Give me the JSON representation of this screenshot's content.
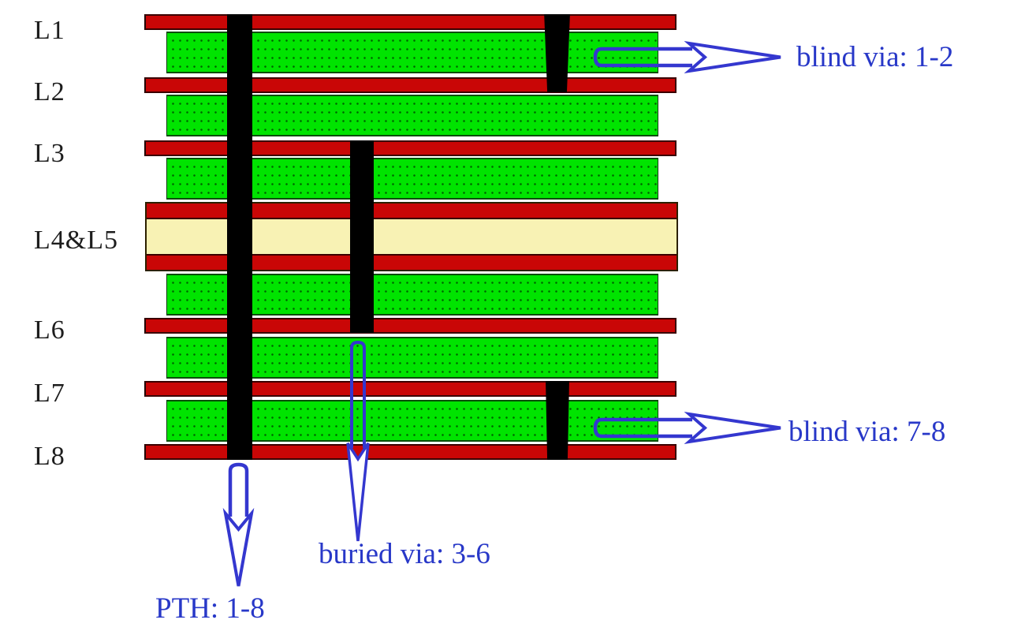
{
  "diagram": {
    "title_implicit": "8-layer PCB via stackup",
    "layer_labels": [
      "L1",
      "L2",
      "L3",
      "L4&L5",
      "L6",
      "L7",
      "L8"
    ],
    "annotations": {
      "blind_via_top": "blind via: 1-2",
      "blind_via_bottom": "blind via: 7-8",
      "buried_via": "buried via: 3-6",
      "pth": "PTH: 1-8"
    },
    "vias": [
      {
        "type": "blind via",
        "span": "1-2"
      },
      {
        "type": "buried via",
        "span": "3-6"
      },
      {
        "type": "blind via",
        "span": "7-8"
      },
      {
        "type": "PTH",
        "span": "1-8"
      }
    ],
    "colors": {
      "copper": "#c90606",
      "dielectric": "#00e400",
      "core": "#f8f2b4",
      "via": "#000000",
      "arrow": "#3437cf",
      "annotation_text": "#2838c8",
      "layer_label_text": "#1d1d1d",
      "background": "#ffffff"
    }
  }
}
